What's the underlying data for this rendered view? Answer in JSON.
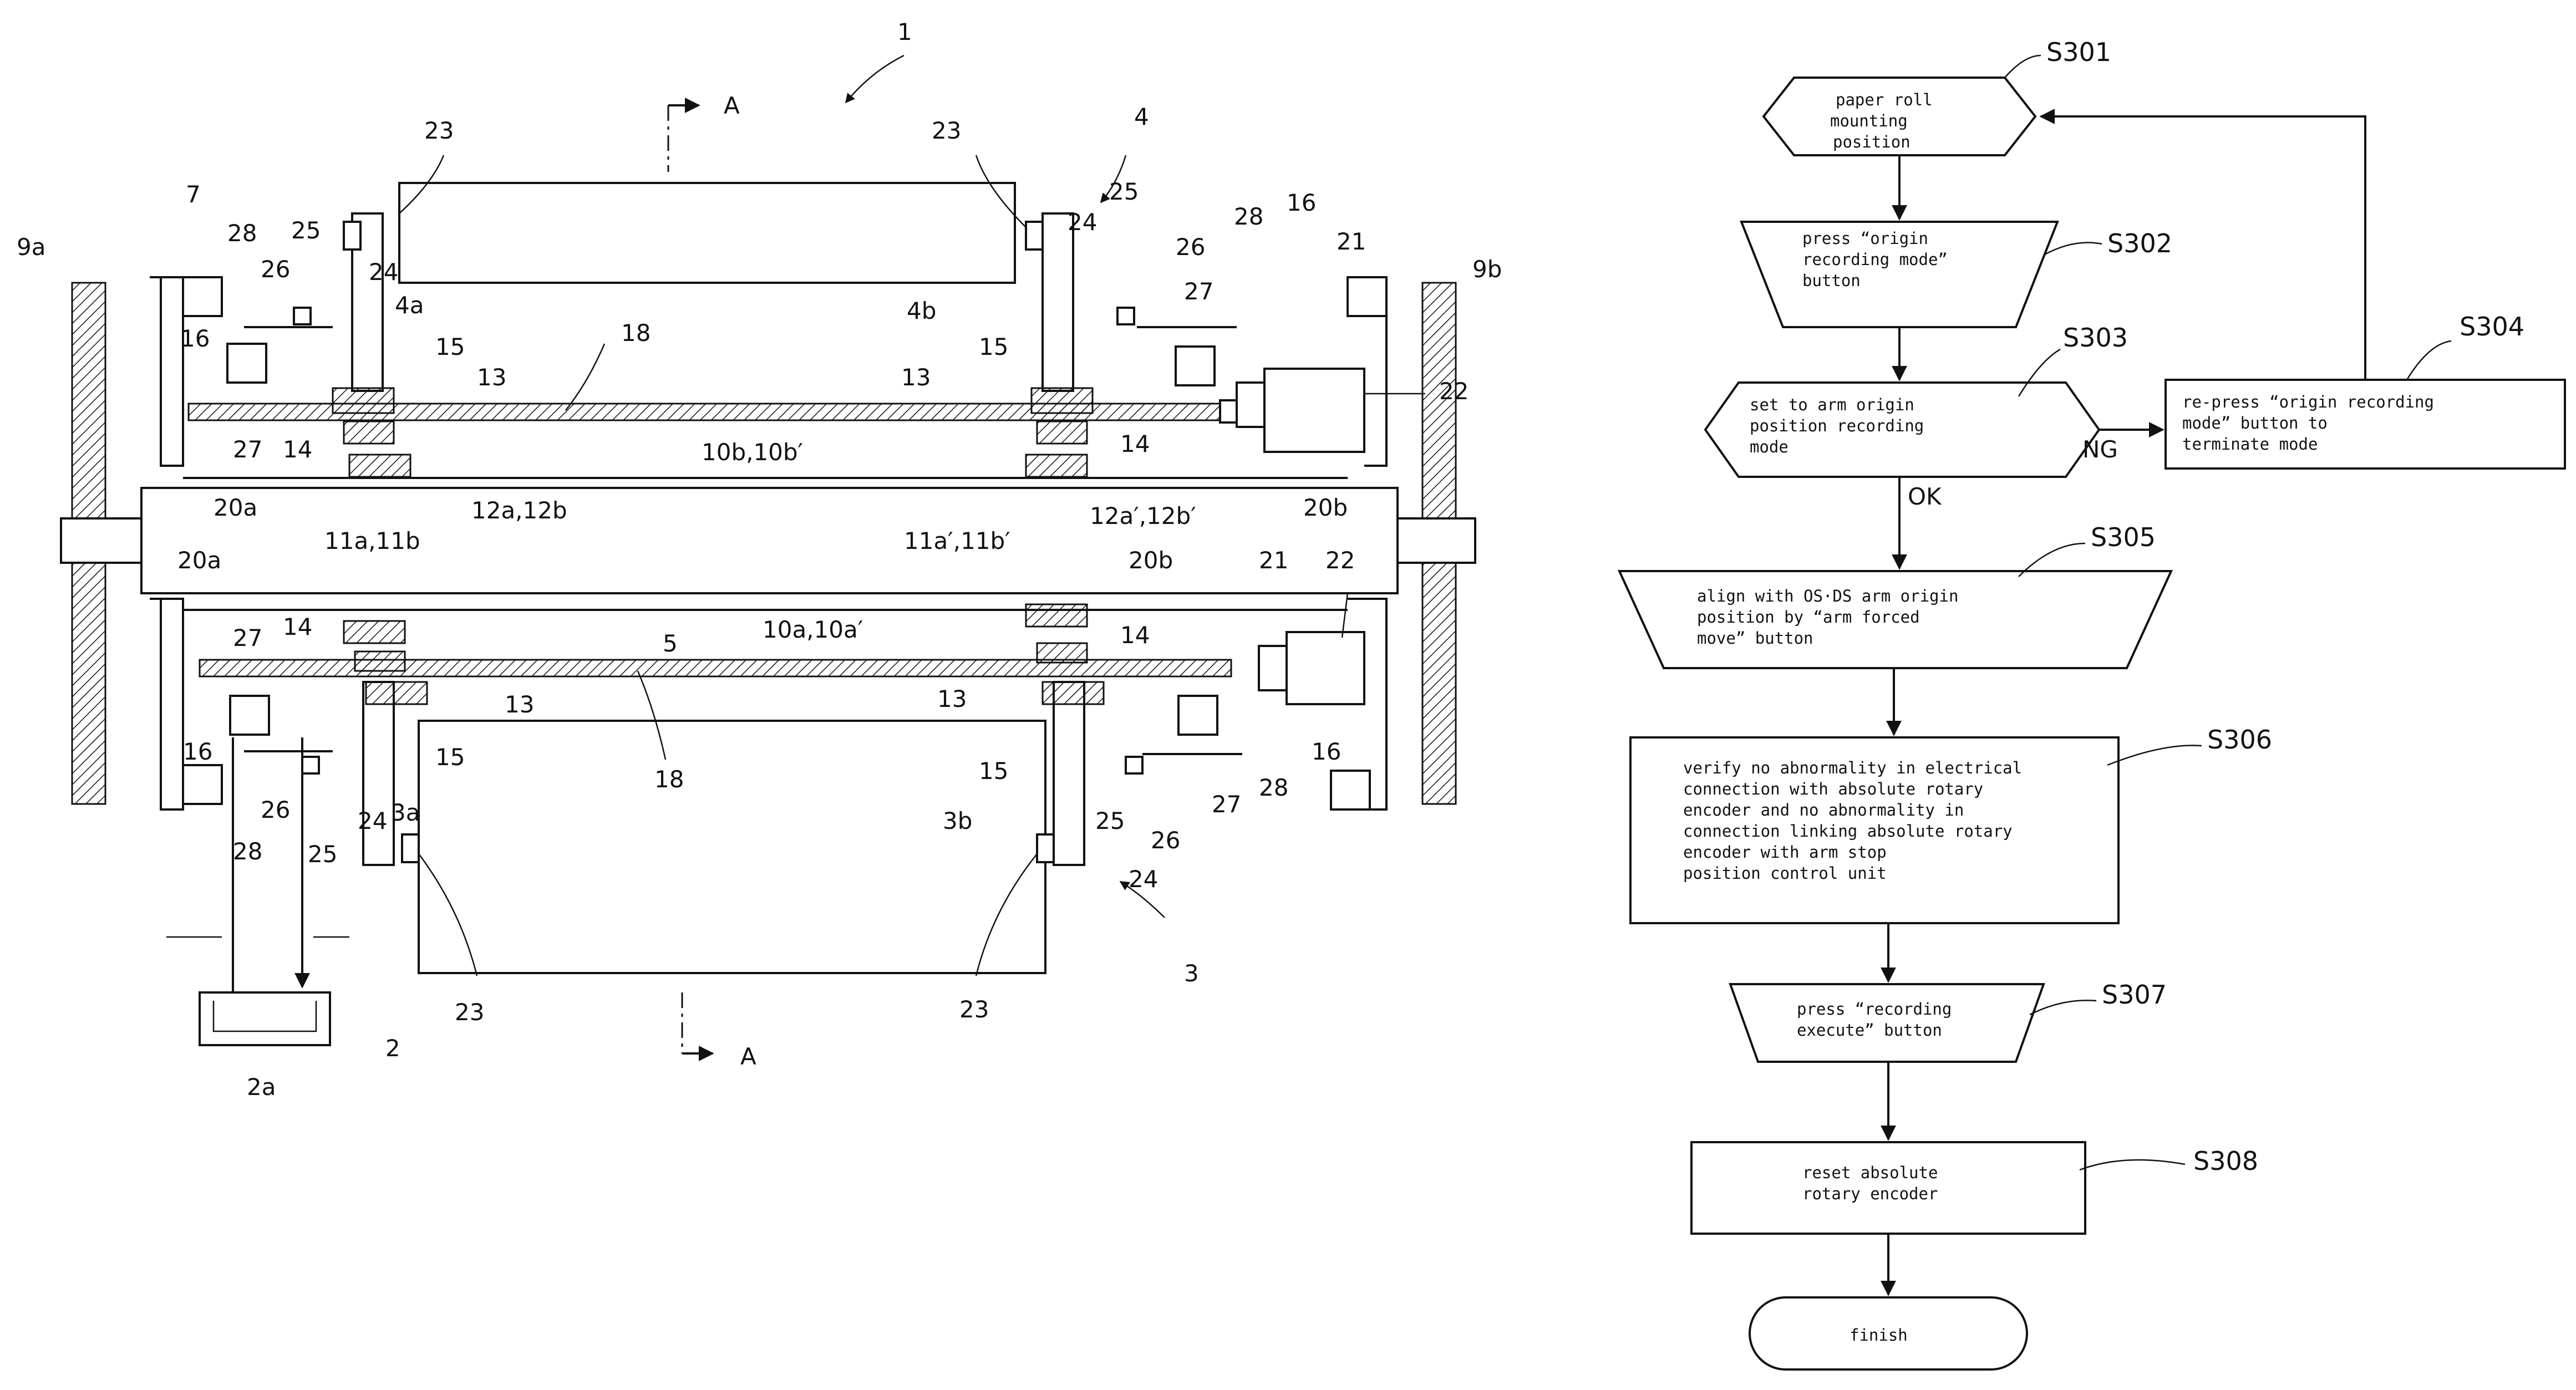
{
  "machine": {
    "ref_main": "1",
    "section_label": "A",
    "ref_labels": {
      "n1": "1",
      "n2": "2",
      "n2a": "2a",
      "n3": "3",
      "n3a": "3a",
      "n3b": "3b",
      "n4": "4",
      "n4a": "4a",
      "n4b": "4b",
      "n5": "5",
      "n7": "7",
      "n9a": "9a",
      "n9b": "9b",
      "n10b": "10b,10b′",
      "n10a": "10a,10a′",
      "n11a": "11a,11b",
      "n11a_p": "11a′,11b′",
      "n12a": "12a,12b",
      "n12a_p": "12a′,12b′",
      "n13": "13",
      "n14": "14",
      "n15": "15",
      "n16": "16",
      "n18": "18",
      "n20a": "20a",
      "n20b": "20b",
      "n21": "21",
      "n22": "22",
      "n23": "23",
      "n24": "24",
      "n25": "25",
      "n26": "26",
      "n27": "27",
      "n28": "28"
    }
  },
  "flowchart": {
    "steps": {
      "s301": {
        "id": "S301",
        "lines": [
          "paper roll",
          "mounting",
          "position"
        ]
      },
      "s302": {
        "id": "S302",
        "lines": [
          "press “origin",
          "recording mode”",
          "button"
        ]
      },
      "s303": {
        "id": "S303",
        "lines": [
          "set to arm origin",
          "position recording",
          "mode"
        ]
      },
      "s304": {
        "id": "S304",
        "lines": [
          "re-press “origin recording",
          "mode” button to",
          "terminate mode"
        ]
      },
      "s305": {
        "id": "S305",
        "lines": [
          "align with OS·DS arm origin",
          "position by “arm forced",
          "move” button"
        ]
      },
      "s306": {
        "id": "S306",
        "lines": [
          "verify no abnormality in electrical",
          "connection with absolute rotary",
          "encoder and no abnormality in",
          "connection linking absolute rotary",
          "encoder with arm stop",
          "position control unit"
        ]
      },
      "s307": {
        "id": "S307",
        "lines": [
          "press “recording",
          "execute” button"
        ]
      },
      "s308": {
        "id": "S308",
        "lines": [
          "reset absolute",
          "rotary encoder"
        ]
      },
      "finish": {
        "lines": [
          "finish"
        ]
      }
    },
    "branch_ok": "OK",
    "branch_ng": "NG"
  }
}
